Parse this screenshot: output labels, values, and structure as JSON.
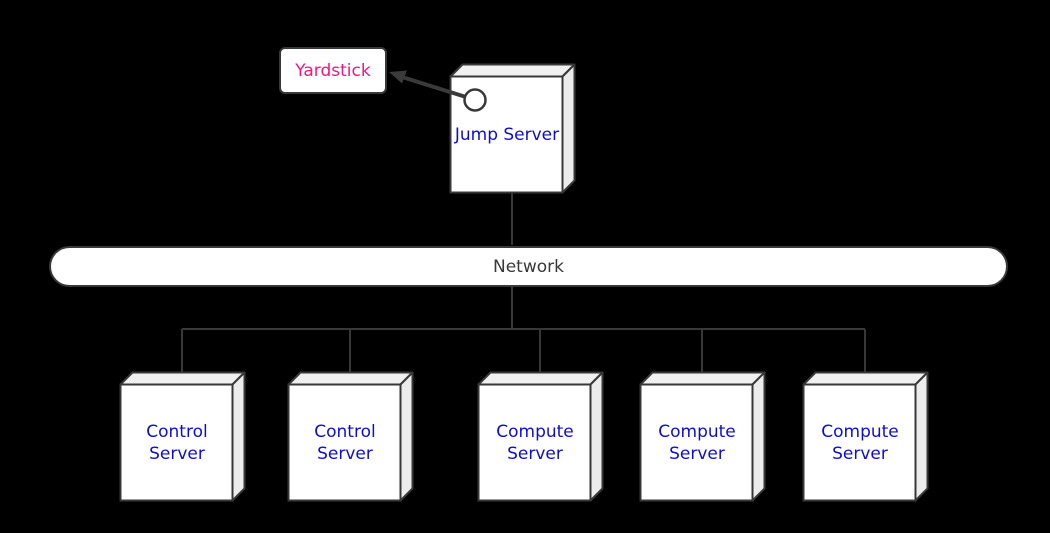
{
  "diagram": {
    "yardstick": {
      "label": "Yardstick"
    },
    "jump_server": {
      "label": "Jump Server"
    },
    "network": {
      "label": "Network"
    },
    "servers": [
      {
        "label": "Control Server"
      },
      {
        "label": "Control Server"
      },
      {
        "label": "Compute Server"
      },
      {
        "label": "Compute Server"
      },
      {
        "label": "Compute Server"
      }
    ],
    "colors": {
      "background": "#000000",
      "node_fill": "#ffffff",
      "node_side_fill": "#f0f0f0",
      "border": "#383838",
      "connector": "#383838",
      "yardstick_text": "#fa127f",
      "server_text": "#0d0dd2",
      "network_text": "#383838"
    }
  }
}
